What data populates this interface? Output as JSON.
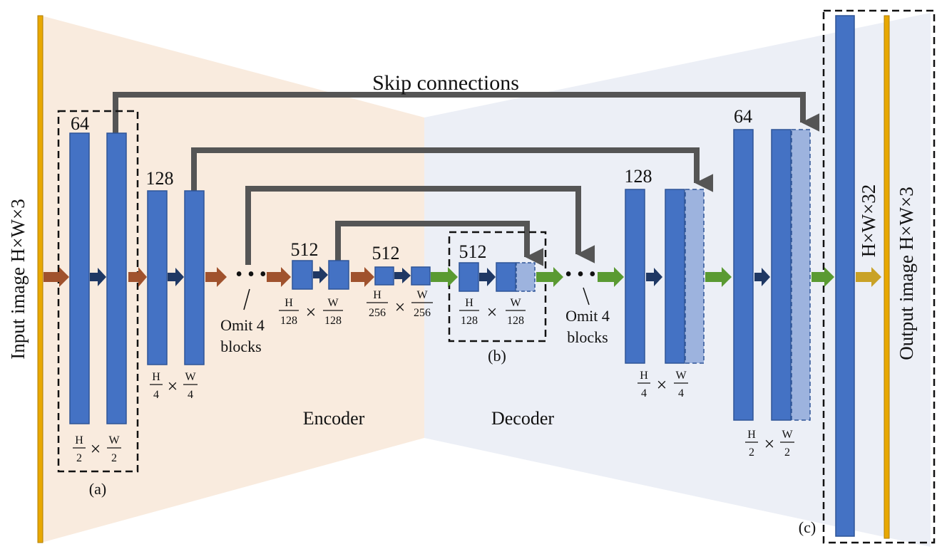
{
  "title": "Skip connections",
  "input_label": "Input image  H×W×3",
  "output_label": "Output image  H×W×3",
  "final_feature_label": "H×W×32",
  "encoder_label": "Encoder",
  "decoder_label": "Decoder",
  "channels": {
    "c64": "64",
    "c128": "128",
    "c512": "512"
  },
  "omit": {
    "line1": "Omit 4",
    "line2": "blocks"
  },
  "dots": "• • •",
  "times": "×",
  "sizes": {
    "s2": {
      "num_h": "H",
      "den_h": "2",
      "num_w": "W",
      "den_w": "2"
    },
    "s4": {
      "num_h": "H",
      "den_h": "4",
      "num_w": "W",
      "den_w": "4"
    },
    "s128": {
      "num_h": "H",
      "den_h": "128",
      "num_w": "W",
      "den_w": "128"
    },
    "s256": {
      "num_h": "H",
      "den_h": "256",
      "num_w": "W",
      "den_w": "256"
    }
  },
  "tags": {
    "a": "(a)",
    "b": "(b)",
    "c": "(c)"
  },
  "colors": {
    "encoder_bg": "#f9ebde",
    "decoder_bg": "#eceff6",
    "block": "#4472c4",
    "block_light": "#9db3de",
    "block_border": "#2f5597",
    "skip_arrow": "#555555",
    "encoder_arrow": "#a0522d",
    "inner_arrow": "#1f3864",
    "decoder_arrow": "#5a9a32",
    "io_bar": "#e8a800",
    "output_arrow": "#c9a227"
  }
}
